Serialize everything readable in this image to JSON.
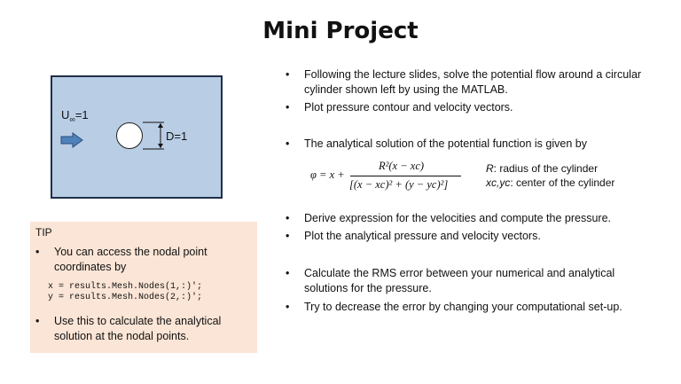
{
  "title": "Mini Project",
  "diagram": {
    "u_inf_label": "U",
    "u_inf_sub": "∞",
    "u_inf_value": "=1",
    "diameter_label": "D=1"
  },
  "tip": {
    "title": "TIP",
    "bullet1": "You can access the nodal point coordinates by",
    "code_line1": "x = results.Mesh.Nodes(1,:)';",
    "code_line2": "y = results.Mesh.Nodes(2,:)';",
    "bullet2": "Use this to calculate the analytical solution at the nodal points."
  },
  "bullets": [
    "Following the lecture slides, solve the potential flow around a circular cylinder shown left by using the MATLAB.",
    "Plot pressure contour and velocity vectors.",
    "The analytical solution of the potential function is given by",
    "Derive expression for the velocities and compute the pressure.",
    "Plot the analytical pressure and velocity vectors.",
    "Calculate the RMS error between your numerical and analytical solutions for the pressure.",
    "Try to decrease the error by changing your computational set-up."
  ],
  "equation": {
    "lhs": "φ = x +",
    "numerator": "R²(x − xc)",
    "denominator": "[(x − xc)² + (y − yc)²]"
  },
  "notes": {
    "r_symbol": "R",
    "r_text": ": radius of the cylinder",
    "c_symbol": "xc,yc",
    "c_text": ": center of the cylinder"
  },
  "colors": {
    "diagram_fill": "#b9cde5",
    "tip_fill": "#fbe5d6",
    "arrow": "#4f81bd"
  }
}
